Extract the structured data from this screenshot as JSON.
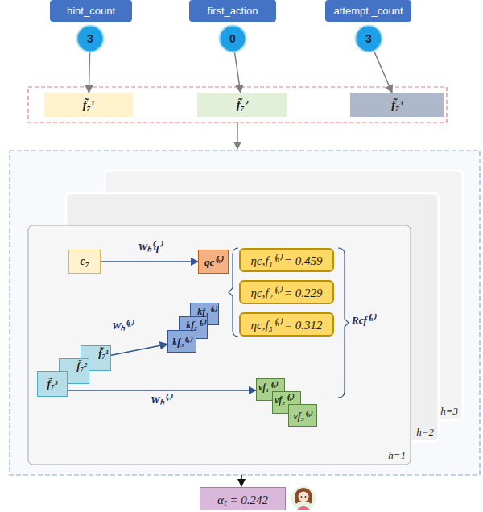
{
  "diagram": {
    "nodes": [
      {
        "text": [
          "hint_count"
        ]
      },
      {
        "text": [
          "3"
        ]
      },
      {
        "text": [
          "first_action"
        ]
      },
      {
        "text": [
          "0"
        ]
      },
      {
        "text": [
          "attempt _count"
        ]
      },
      {
        "text": [
          "3"
        ]
      },
      {
        "text": [
          "f̃₇¹"
        ]
      },
      {
        "text": [
          "f̃₇²"
        ]
      },
      {
        "text": [
          "f̃₇³"
        ]
      },
      {
        "text": [
          "h=3"
        ]
      },
      {
        "text": [
          "h=2"
        ]
      },
      {
        "text": [
          "h=1"
        ]
      },
      {
        "text": [
          "c₇"
        ],
        "in": 11
      },
      {
        "text": [
          "qc⁽ʰ⁾"
        ],
        "in": 11
      },
      {
        "text": [
          "kf₁⁽ʰ⁾"
        ],
        "in": 11
      },
      {
        "text": [
          "kf₂⁽ʰ⁾"
        ],
        "in": 11
      },
      {
        "text": [
          "kf₃⁽ʰ⁾"
        ],
        "in": 11
      },
      {
        "text": [
          "f̃₇¹"
        ],
        "in": 11
      },
      {
        "text": [
          "f̃₇²"
        ],
        "in": 11
      },
      {
        "text": [
          "f̃₇³"
        ],
        "in": 11
      },
      {
        "text": [
          "vf₁⁽ʰ⁾"
        ],
        "in": 11
      },
      {
        "text": [
          "vf₂⁽ʰ⁾"
        ],
        "in": 11
      },
      {
        "text": [
          "vf₃⁽ʰ⁾"
        ],
        "in": 11
      },
      {
        "text": [
          "ηc,f₁⁽ʰ⁾ = 0.459"
        ],
        "in": 11
      },
      {
        "text": [
          "ηc,f₂⁽ʰ⁾ = 0.229"
        ],
        "in": 11
      },
      {
        "text": [
          "ηc,f₃⁽ʰ⁾ = 0.312"
        ],
        "in": 11
      },
      {
        "text": [
          "αₜ = 0.242"
        ]
      }
    ],
    "edges": [
      {
        "from": 1,
        "to": 6,
        "arrow": "to"
      },
      {
        "from": 3,
        "to": 7,
        "arrow": "to"
      },
      {
        "from": 5,
        "to": 8,
        "arrow": "to"
      },
      {
        "from": 12,
        "to": 13,
        "label": "Wₕ⁽q⁾",
        "arrow": "to"
      },
      {
        "from": 17,
        "to": 16,
        "label": "Wₕ⁽ᵏ⁾",
        "arrow": "to"
      },
      {
        "from": 19,
        "to": 20,
        "label": "Wₕ⁽ᵛ⁾",
        "arrow": "to"
      }
    ],
    "labels": [
      "Rcf⁽ʰ⁾"
    ]
  }
}
